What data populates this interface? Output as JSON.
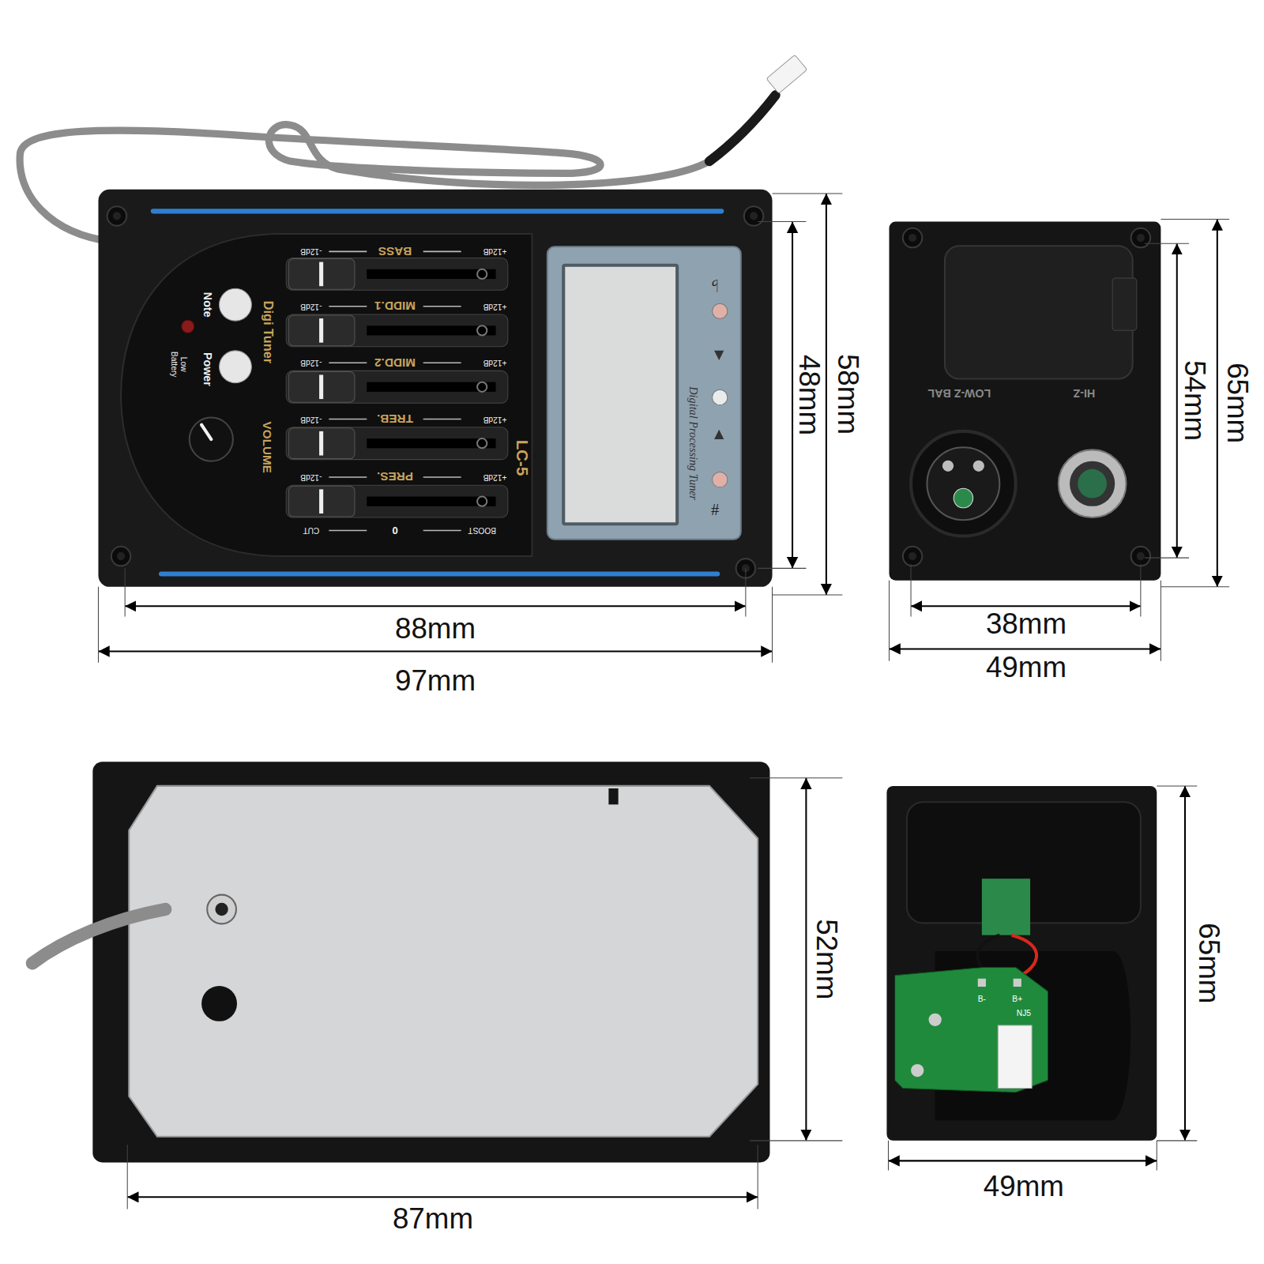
{
  "diagram": {
    "nodes": [
      {
        "text": [
          "♭",
          "Digital Processing Tuner",
          "#"
        ]
      },
      {
        "text": [
          "B-",
          "B+",
          "NJ5"
        ]
      }
    ],
    "labels": [
      "BASS",
      "+12dB",
      "-12dB",
      "MIDD.1",
      "+12dB",
      "-12dB",
      "MIDD.2",
      "+12dB",
      "-12dB",
      "TREB.",
      "+12dB",
      "-12dB",
      "PRES.",
      "+12dB",
      "-12dB",
      "BOOST",
      "0",
      "CUT",
      "Note",
      "Power",
      "Digi Tuner",
      "Low Battery",
      "VOLUME",
      "LC-5",
      "LOW-Z BAL",
      "HI-Z",
      "58mm",
      "48mm",
      "88mm",
      "97mm",
      "65mm",
      "54mm",
      "38mm",
      "49mm",
      "52mm",
      "87mm",
      "65mm",
      "49mm"
    ]
  }
}
